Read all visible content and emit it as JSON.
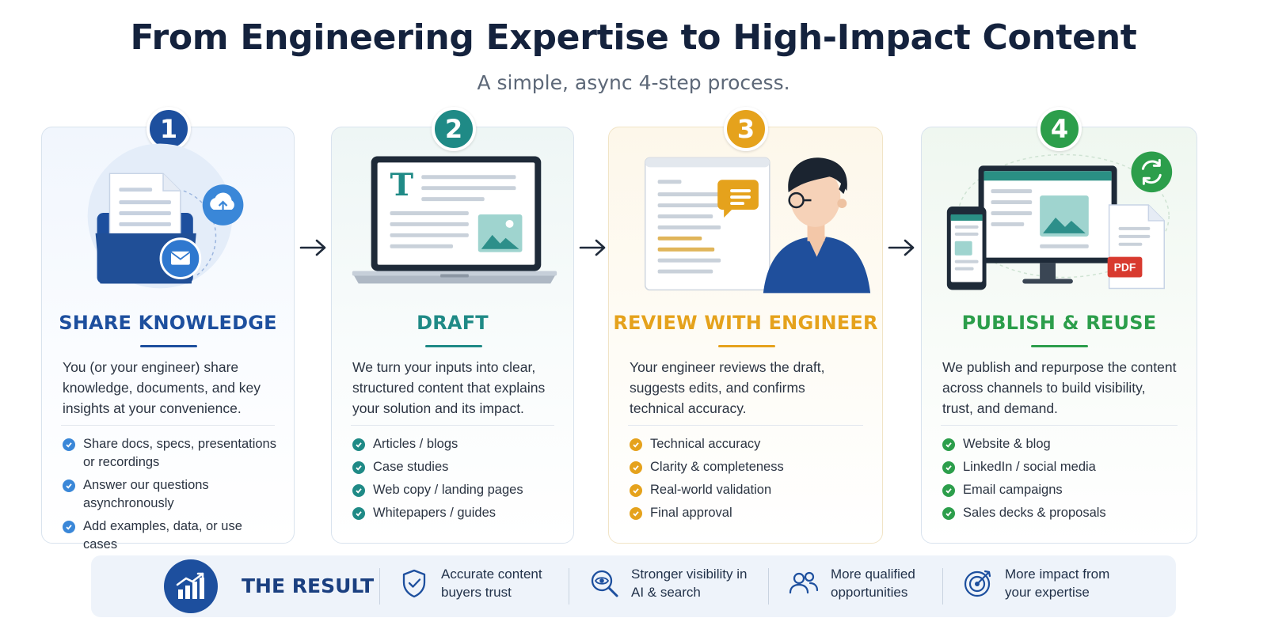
{
  "header": {
    "title": "From Engineering Expertise to High-Impact Content",
    "subtitle": "A simple, async 4-step process."
  },
  "steps": [
    {
      "number": "1",
      "title": "SHARE KNOWLEDGE",
      "desc_lines": [
        "You (or your engineer) share",
        "knowledge, documents, and key",
        "insights at your convenience."
      ],
      "bullets": [
        [
          "Share docs, specs, presentations",
          "or recordings"
        ],
        [
          "Answer our questions",
          "asynchronously"
        ],
        [
          "Add examples, data, or use cases"
        ]
      ],
      "color": "#1d4f9e",
      "icon": "folder-upload-icon"
    },
    {
      "number": "2",
      "title": "DRAFT",
      "desc_lines": [
        "We turn your inputs into clear,",
        "structured content that explains",
        "your solution and its impact."
      ],
      "bullets": [
        [
          "Articles / blogs"
        ],
        [
          "Case studies"
        ],
        [
          "Web copy / landing pages"
        ],
        [
          "Whitepapers / guides"
        ]
      ],
      "color": "#1f8a86",
      "icon": "laptop-document-icon"
    },
    {
      "number": "3",
      "title": "REVIEW WITH ENGINEER",
      "desc_lines": [
        "Your engineer reviews the draft,",
        "suggests edits, and confirms",
        "technical accuracy."
      ],
      "bullets": [
        [
          "Technical accuracy"
        ],
        [
          "Clarity & completeness"
        ],
        [
          "Real-world validation"
        ],
        [
          "Final approval"
        ]
      ],
      "color": "#e5a21c",
      "icon": "engineer-review-icon"
    },
    {
      "number": "4",
      "title": "PUBLISH & REUSE",
      "desc_lines": [
        "We publish and repurpose the content",
        "across channels to build visibility,",
        "trust, and demand."
      ],
      "bullets": [
        [
          "Website & blog"
        ],
        [
          "LinkedIn / social media"
        ],
        [
          "Email campaigns"
        ],
        [
          "Sales decks & proposals"
        ]
      ],
      "color": "#2c9e4b",
      "icon": "multi-device-publish-icon"
    }
  ],
  "result": {
    "title": "THE RESULT",
    "items": [
      {
        "lines": [
          "Accurate content",
          "buyers trust"
        ],
        "icon": "shield-check-icon"
      },
      {
        "lines": [
          "Stronger visibility in",
          "AI & search"
        ],
        "icon": "magnifier-eye-icon"
      },
      {
        "lines": [
          "More qualified",
          "opportunities"
        ],
        "icon": "people-icon"
      },
      {
        "lines": [
          "More impact from",
          "your expertise"
        ],
        "icon": "target-arrow-icon"
      }
    ]
  }
}
